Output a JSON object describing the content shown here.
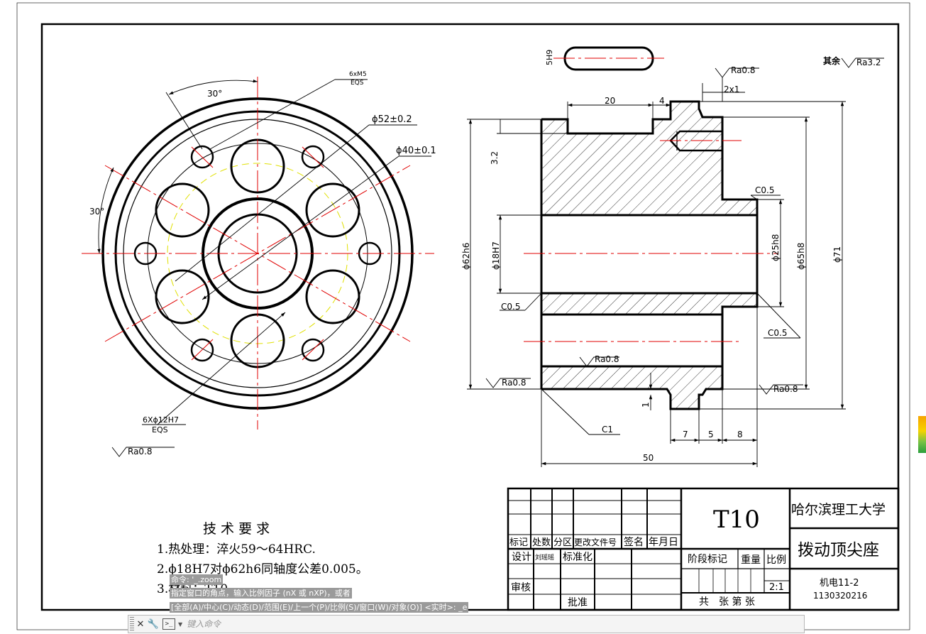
{
  "drawing": {
    "left_view": {
      "label_30_top": "30°",
      "label_30_left": "30°",
      "hole_pattern_small_top": "6xM5",
      "hole_pattern_small_bottom": "EQS",
      "dia_52": "ϕ52±0.2",
      "dia_40": "ϕ40±0.1",
      "hole_pattern_large_top": "6Xϕ12H7",
      "hole_pattern_large_bottom": "EQS",
      "roughness": "Ra0.8"
    },
    "section_view": {
      "slot_width": "5H9",
      "rest_roughness_prefix": "其余",
      "rest_roughness": "Ra3.2",
      "top_roughness": "Ra0.8",
      "chamfer_top_right": "2x1",
      "dim_20": "20",
      "dim_4": "4",
      "dim_3_2": "3.2",
      "dia_62": "ϕ62h6",
      "dia_18": "ϕ18H7",
      "chamfer_c05_top": "C0.5",
      "dia_25": "ϕ25h8",
      "dia_65": "ϕ65h8",
      "dia_71": "ϕ71",
      "chamfer_c05_left": "C0.5",
      "chamfer_c05_right": "C0.5",
      "inner_roughness": "Ra0.8",
      "left_roughness": "Ra0.8",
      "right_roughness": "Ra0.8",
      "dim_1": "1",
      "chamfer_c1": "C1",
      "dim_7": "7",
      "dim_5": "5",
      "dim_8": "8",
      "dim_50": "50"
    },
    "tech_requirements": {
      "title": "技 术 要 求",
      "item1": "1.热处理：淬火59～64HRC.",
      "item2": "2.ϕ18H7对ϕ62h6同轴度公差0.005。",
      "item3": "3.材料：T10"
    },
    "title_block": {
      "material": "T10",
      "university": "哈尔滨理工大学",
      "part_name": "拨动顶尖座",
      "class": "机电11-2",
      "student_id": "1130320216",
      "h_mark": "标记",
      "h_count": "处数",
      "h_zone": "分区",
      "h_doc": "更改文件号",
      "h_sign": "签名",
      "h_date": "年月日",
      "design": "设计",
      "designer": "刘瑶瑶",
      "standard": "标准化",
      "stage": "阶段标记",
      "weight": "重量",
      "scale_label": "比例",
      "scale": "2:1",
      "review": "审核",
      "approve": "批准",
      "sheets": "共　张 第 张"
    }
  },
  "command_history": {
    "line1": "命令: '_.zoom",
    "line2": "指定窗口的角点，输入比例因子 (nX 或 nXP)，或者",
    "line3": "[全部(A)/中心(C)/动态(D)/范围(E)/上一个(P)/比例(S)/窗口(W)/对象(O)] <实时>: _e"
  },
  "command_line": {
    "placeholder": "键入命令"
  }
}
